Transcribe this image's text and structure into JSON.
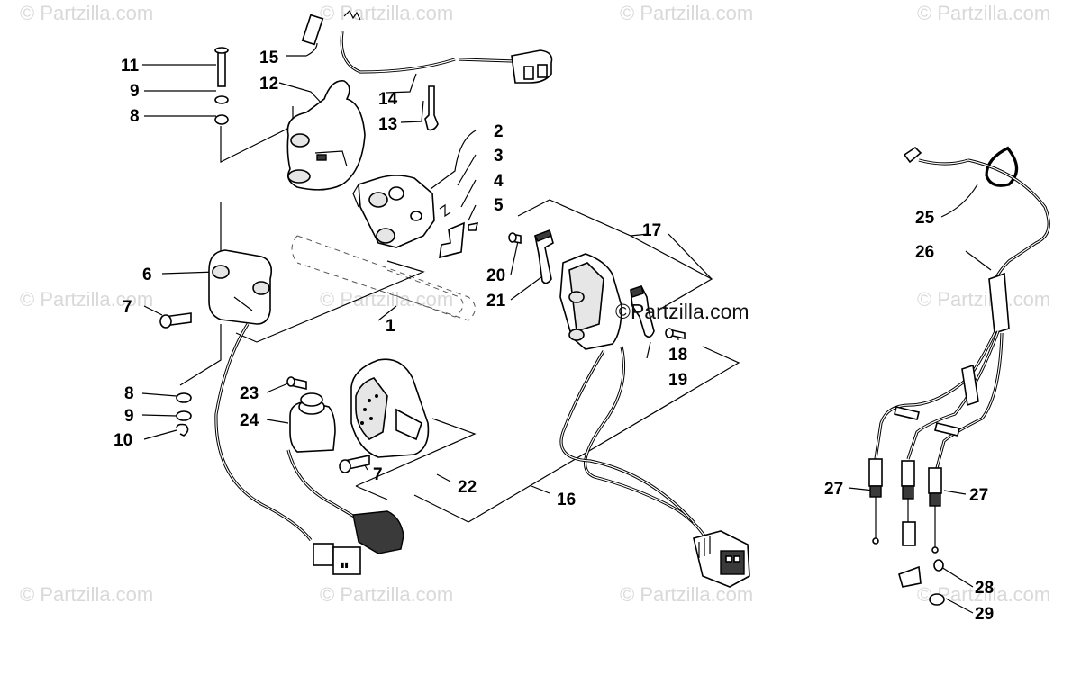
{
  "watermarks": {
    "text": "© Partzilla.com",
    "overlay_text": "©Partzilla.com"
  },
  "callouts": {
    "c1": "1",
    "c2": "2",
    "c3": "3",
    "c4": "4",
    "c5": "5",
    "c6": "6",
    "c7a": "7",
    "c7b": "7",
    "c8a": "8",
    "c8b": "8",
    "c9a": "9",
    "c9b": "9",
    "c10": "10",
    "c11": "11",
    "c12": "12",
    "c13": "13",
    "c14": "14",
    "c15": "15",
    "c16": "16",
    "c17": "17",
    "c18": "18",
    "c19": "19",
    "c20": "20",
    "c21": "21",
    "c22": "22",
    "c23": "23",
    "c24": "24",
    "c25": "25",
    "c26": "26",
    "c27a": "27",
    "c27b": "27",
    "c28": "28",
    "c29": "29"
  }
}
